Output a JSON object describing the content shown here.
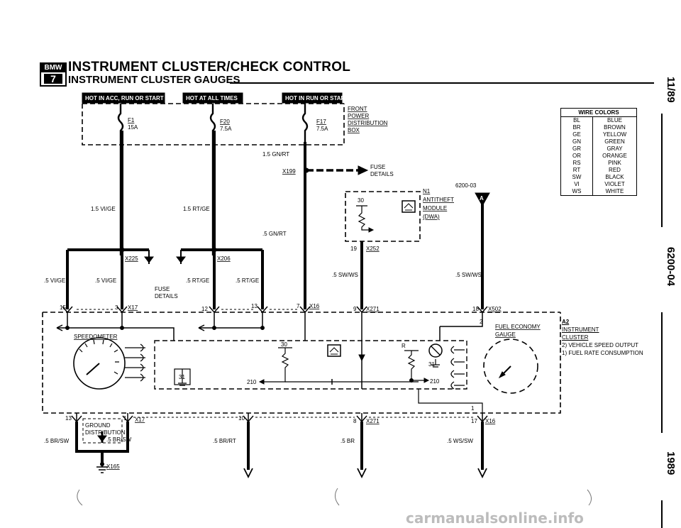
{
  "header": {
    "logo_brand": "BMW",
    "logo_series": "7",
    "title": "INSTRUMENT CLUSTER/CHECK CONTROL",
    "subtitle": "INSTRUMENT CLUSTER GAUGES"
  },
  "side": {
    "date": "11/89",
    "code": "6200-04",
    "year": "1989"
  },
  "power_labels": {
    "acc_run_start": "HOT IN ACC, RUN OR START",
    "all_times": "HOT AT ALL TIMES",
    "run_start": "HOT IN RUN OR START"
  },
  "fuses": {
    "f1_name": "F1",
    "f1_rating": "15A",
    "f20_name": "F20",
    "f20_rating": "7.5A",
    "f17_name": "F17",
    "f17_rating": "7.5A",
    "box_line1": "FRONT",
    "box_line2": "POWER",
    "box_line3": "DISTRIBUTION",
    "box_line4": "BOX"
  },
  "wires": {
    "w_15gnrt": "1.5 GN/RT",
    "w_15vige": "1.5 VI/GE",
    "w_15rtge": "1.5 RT/GE",
    "w_5gnrt": ".5 GN/RT",
    "w_5vige_a": ".5 VI/GE",
    "w_5vige_b": ".5 VI/GE",
    "w_5rtge_a": ".5 RT/GE",
    "w_5rtge_b": ".5 RT/GE",
    "w_5swws_a": ".5 SW/WS",
    "w_5swws_b": ".5 SW/WS",
    "w_5brsw_a": ".5 BR/SW",
    "w_5brsw_b": ".5 BR/SW",
    "w_5brrt": ".5 BR/RT",
    "w_5br": ".5 BR",
    "w_5wssw": ".5 WS/SW"
  },
  "connectors": {
    "x199": "X199",
    "x225": "X225",
    "x206": "X206",
    "x252": "X252",
    "x17_top": "X17",
    "x16_top": "X16",
    "x271_top": "X271",
    "x502": "X502",
    "x17_bot": "X17",
    "x271_bot": "X271",
    "x16_bot": "X16",
    "x165": "X165"
  },
  "pins": {
    "p15": "15",
    "p3": "3",
    "p12": "12",
    "p13_top": "13",
    "p7": "7",
    "p9": "9",
    "p18": "18",
    "p19": "19",
    "p30_mod": "30",
    "p2": "2",
    "p13_bot": "13",
    "p1_bot": "1",
    "p10": "10",
    "p8": "8",
    "p17": "17",
    "p30_int": "30",
    "p210_a": "210",
    "p210_b": "210",
    "p31_a": "31",
    "p31_b": "31",
    "p1_right": "1",
    "p_r": "R"
  },
  "labels": {
    "fuse_details_mid": "FUSE",
    "fuse_details_mid2": "DETAILS",
    "fuse_details_right": "FUSE",
    "fuse_details_right2": "DETAILS",
    "n1": "N1",
    "antitheft": "ANTITHEFT",
    "module": "MODULE",
    "dwa": "(DWA)",
    "ref": "6200-03",
    "ref_letter": "A",
    "speedometer": "SPEEDOMETER",
    "fuel_economy": "FUEL ECONOMY",
    "gauge": "GAUGE",
    "ground_dist": "GROUND",
    "ground_dist2": "DISTRIBUTION"
  },
  "legend": {
    "a2": "A2",
    "instrument": "INSTRUMENT",
    "cluster": "CLUSTER",
    "note2": "2) VEHICLE SPEED OUTPUT",
    "note1": "1) FUEL RATE CONSUMPTION"
  },
  "wire_colors": {
    "title": "WIRE COLORS",
    "rows": [
      {
        "code": "BL",
        "name": "BLUE"
      },
      {
        "code": "BR",
        "name": "BROWN"
      },
      {
        "code": "GE",
        "name": "YELLOW"
      },
      {
        "code": "GN",
        "name": "GREEN"
      },
      {
        "code": "GR",
        "name": "GRAY"
      },
      {
        "code": "OR",
        "name": "ORANGE"
      },
      {
        "code": "RS",
        "name": "PINK"
      },
      {
        "code": "RT",
        "name": "RED"
      },
      {
        "code": "SW",
        "name": "BLACK"
      },
      {
        "code": "VI",
        "name": "VIOLET"
      },
      {
        "code": "WS",
        "name": "WHITE"
      }
    ]
  },
  "footer": {
    "watermark": "carmanualsonline.info"
  }
}
